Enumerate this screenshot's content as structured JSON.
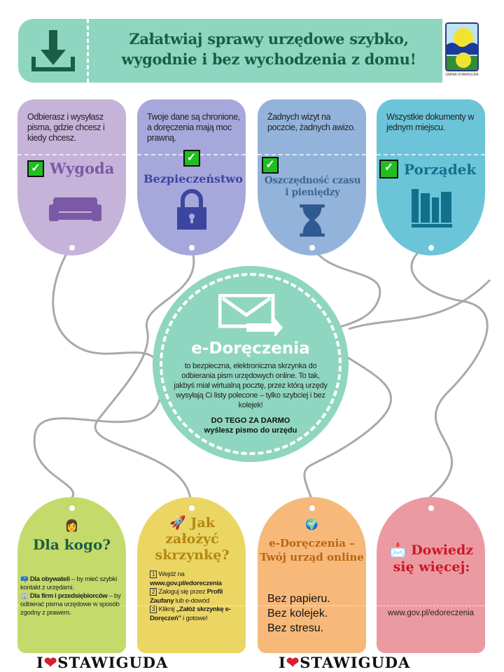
{
  "header": {
    "title": "Załatwiaj sprawy urzędowe szybko, wygodnie i bez wychodzenia z domu!",
    "logo_caption": "GMINA STAWIGUDA"
  },
  "benefits": [
    {
      "text": "Odbierasz i wysyłasz pisma, gdzie chcesz i kiedy chcesz.",
      "title": "Wygoda",
      "color": "#c5b3d9",
      "title_color": "#7a5aa6",
      "icon": "sofa-icon"
    },
    {
      "text": "Twoje dane są chronione, a doręczenia mają moc prawną.",
      "title": "Bezpieczeństwo",
      "color": "#a6a8dc",
      "title_color": "#3c45a0",
      "icon": "padlock-icon"
    },
    {
      "text": "Żadnych wizyt na poczcie, żadnych awizo.",
      "title": "Oszczędność czasu i pieniędzy",
      "color": "#93b3da",
      "title_color": "#3e6596",
      "icon": "hourglass-icon"
    },
    {
      "text": "Wszystkie dokumenty w jednym miejscu.",
      "title": "Porządek",
      "color": "#6cc4d8",
      "title_color": "#12708c",
      "icon": "books-icon"
    }
  ],
  "center": {
    "title": "e-Doręczenia",
    "description": "to bezpieczna, elektroniczna skrzynka do odbierania pism urzędowych online. To tak, jakbyś miał wirtualną pocztę, przez którą urzędy wysyłają Ci listy polecone – tylko szybciej i bez kolejek!",
    "bold1": "DO TEGO ZA DARMO",
    "bold2": "wyślesz pismo do urzędu"
  },
  "who": {
    "title": "Dla kogo?",
    "item1_bold": "Dla obywateli",
    "item1_rest": " – by mieć szybki kontakt z urzędami.",
    "item2_bold": "Dla firm i przedsiębiorców",
    "item2_rest": " – by odbierać pisma urzędowe w sposób zgodny z prawem."
  },
  "how": {
    "title": "Jak założyć skrzynkę?",
    "steps": [
      {
        "num": "1",
        "a": "Wejdź na ",
        "b": "www.gov.pl/edoreczenia",
        "c": ""
      },
      {
        "num": "2",
        "a": "Zaloguj się przez ",
        "b": "Profil Zaufany",
        "c": " lub e-dowód"
      },
      {
        "num": "3",
        "a": "Kliknij ",
        "b": "„Załóż skrzynkę e-Doręczeń”",
        "c": " i gotowe!"
      }
    ]
  },
  "online": {
    "title": "e-Doręczenia – Twój urząd online",
    "lines": [
      "Bez papieru.",
      "Bez kolejek.",
      "Bez stresu."
    ]
  },
  "more": {
    "title": "Dowiedz się więcej:",
    "url": "www.gov.pl/edoreczenia"
  },
  "footer": {
    "i": "I",
    "name": "STAWIGUDA"
  }
}
